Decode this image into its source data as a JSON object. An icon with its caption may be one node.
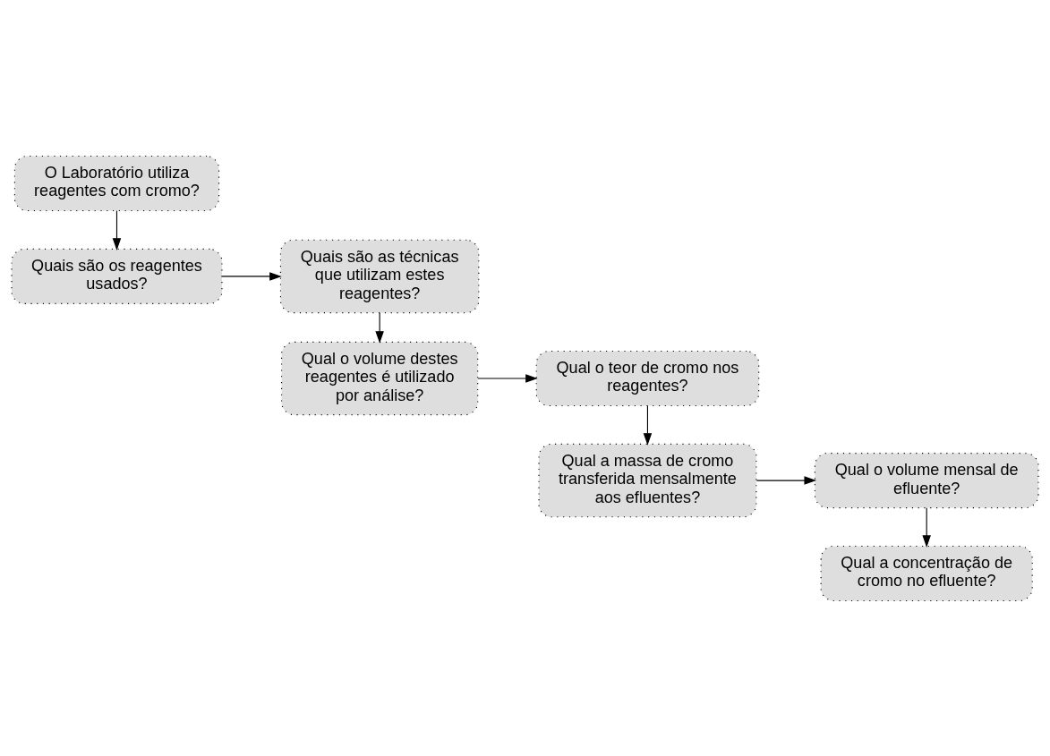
{
  "diagram": {
    "nodes": [
      {
        "text": [
          "O Laboratório utiliza reagentes com cromo?"
        ]
      },
      {
        "text": [
          "Quais são os reagentes usados?"
        ]
      },
      {
        "text": [
          "Quais são as técnicas que utilizam estes reagentes?"
        ]
      },
      {
        "text": [
          "Qual o volume destes reagentes é utilizado por análise?"
        ]
      },
      {
        "text": [
          "Qual o teor de cromo nos reagentes?"
        ]
      },
      {
        "text": [
          "Qual a massa de cromo transferida mensalmente aos efluentes?"
        ]
      },
      {
        "text": [
          "Qual o volume mensal de efluente?"
        ]
      },
      {
        "text": [
          "Qual a concentração de cromo no efluente?"
        ]
      }
    ],
    "edges": [
      {
        "from": 0,
        "to": 1,
        "arrow": "to"
      },
      {
        "from": 1,
        "to": 2,
        "arrow": "to"
      },
      {
        "from": 2,
        "to": 3,
        "arrow": "to"
      },
      {
        "from": 3,
        "to": 4,
        "arrow": "to"
      },
      {
        "from": 4,
        "to": 5,
        "arrow": "to"
      },
      {
        "from": 5,
        "to": 6,
        "arrow": "to"
      },
      {
        "from": 6,
        "to": 7,
        "arrow": "to"
      }
    ]
  }
}
